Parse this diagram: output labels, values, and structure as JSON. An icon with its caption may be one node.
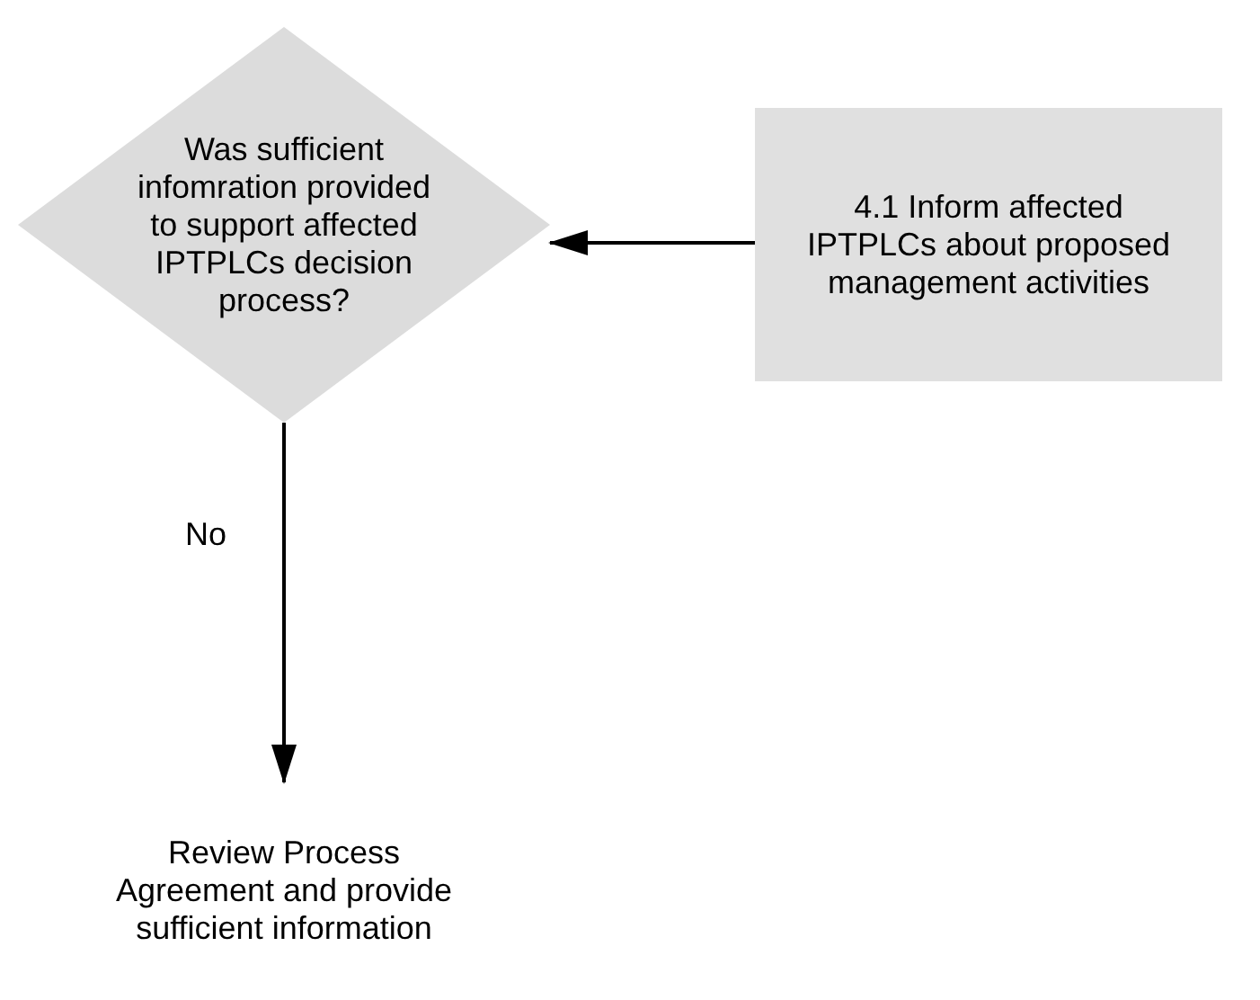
{
  "diagram": {
    "nodes": [
      {
        "text": [
          "Was sufficient infomration provided to support affected IPTPLCs decision process?"
        ]
      },
      {
        "text": [
          "4.1 Inform affected IPTPLCs about proposed management activities"
        ]
      },
      {
        "text": [
          "Review Process Agreement and provide sufficient information"
        ]
      }
    ],
    "edges": [
      {
        "from": 1,
        "to": 0,
        "arrow": "to"
      },
      {
        "from": 0,
        "to": 2,
        "arrow": "to",
        "label": "No"
      }
    ]
  }
}
